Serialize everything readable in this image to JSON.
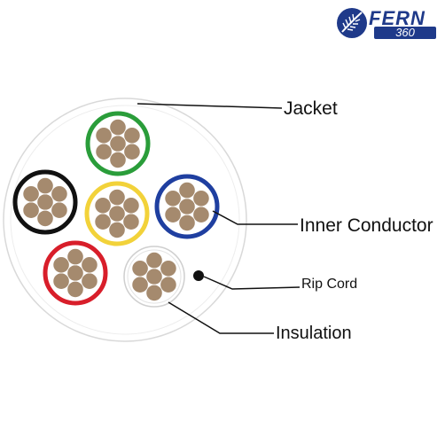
{
  "logo": {
    "word": "FERN",
    "number": "360",
    "emblem": "fern-leaf-icon",
    "color": "#1f3a8a"
  },
  "labels": {
    "jacket": "Jacket",
    "inner_conductor": "Inner Conductor",
    "rip_cord": "Rip Cord",
    "insulation": "Insulation"
  },
  "cores": [
    {
      "id": "green",
      "color": "#2a9d3a"
    },
    {
      "id": "black",
      "color": "#111111"
    },
    {
      "id": "yellow",
      "color": "#f2d23a"
    },
    {
      "id": "blue",
      "color": "#1f3fa0"
    },
    {
      "id": "red",
      "color": "#d81e2a"
    },
    {
      "id": "white",
      "color": "#cfcfcf"
    }
  ],
  "strand_color": "#a58a6e",
  "jacket_color": "#d9d9d9"
}
